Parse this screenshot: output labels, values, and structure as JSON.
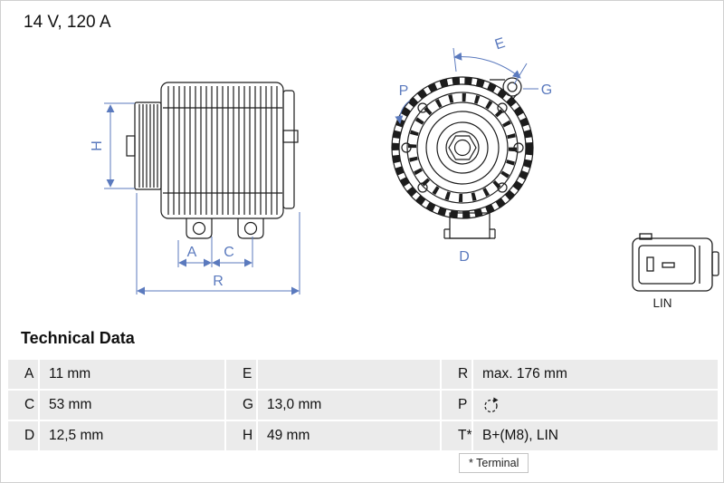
{
  "page": {
    "title": "14 V, 120 A"
  },
  "drawing": {
    "dimension_labels": {
      "H": "H",
      "A": "A",
      "C": "C",
      "R": "R",
      "P": "P",
      "E": "E",
      "G": "G",
      "D": "D"
    },
    "connector_label": "LIN",
    "colors": {
      "dimension_blue": "#5b7abe",
      "line_black": "#1c1c1c",
      "cell_gray": "#ebebeb"
    }
  },
  "technical_data": {
    "title": "Technical Data",
    "rows": [
      {
        "c0": "A",
        "v0": "11 mm",
        "c1": "E",
        "v1": "",
        "c2": "R",
        "v2": "max. 176 mm"
      },
      {
        "c0": "C",
        "v0": "53 mm",
        "c1": "G",
        "v1": "13,0 mm",
        "c2": "P",
        "v2": ""
      },
      {
        "c0": "D",
        "v0": "12,5 mm",
        "c1": "H",
        "v1": "49 mm",
        "c2": "T*",
        "v2": "B+(M8), LIN"
      }
    ],
    "p_icon": "rotation-direction-icon",
    "footnote": "* Terminal"
  }
}
